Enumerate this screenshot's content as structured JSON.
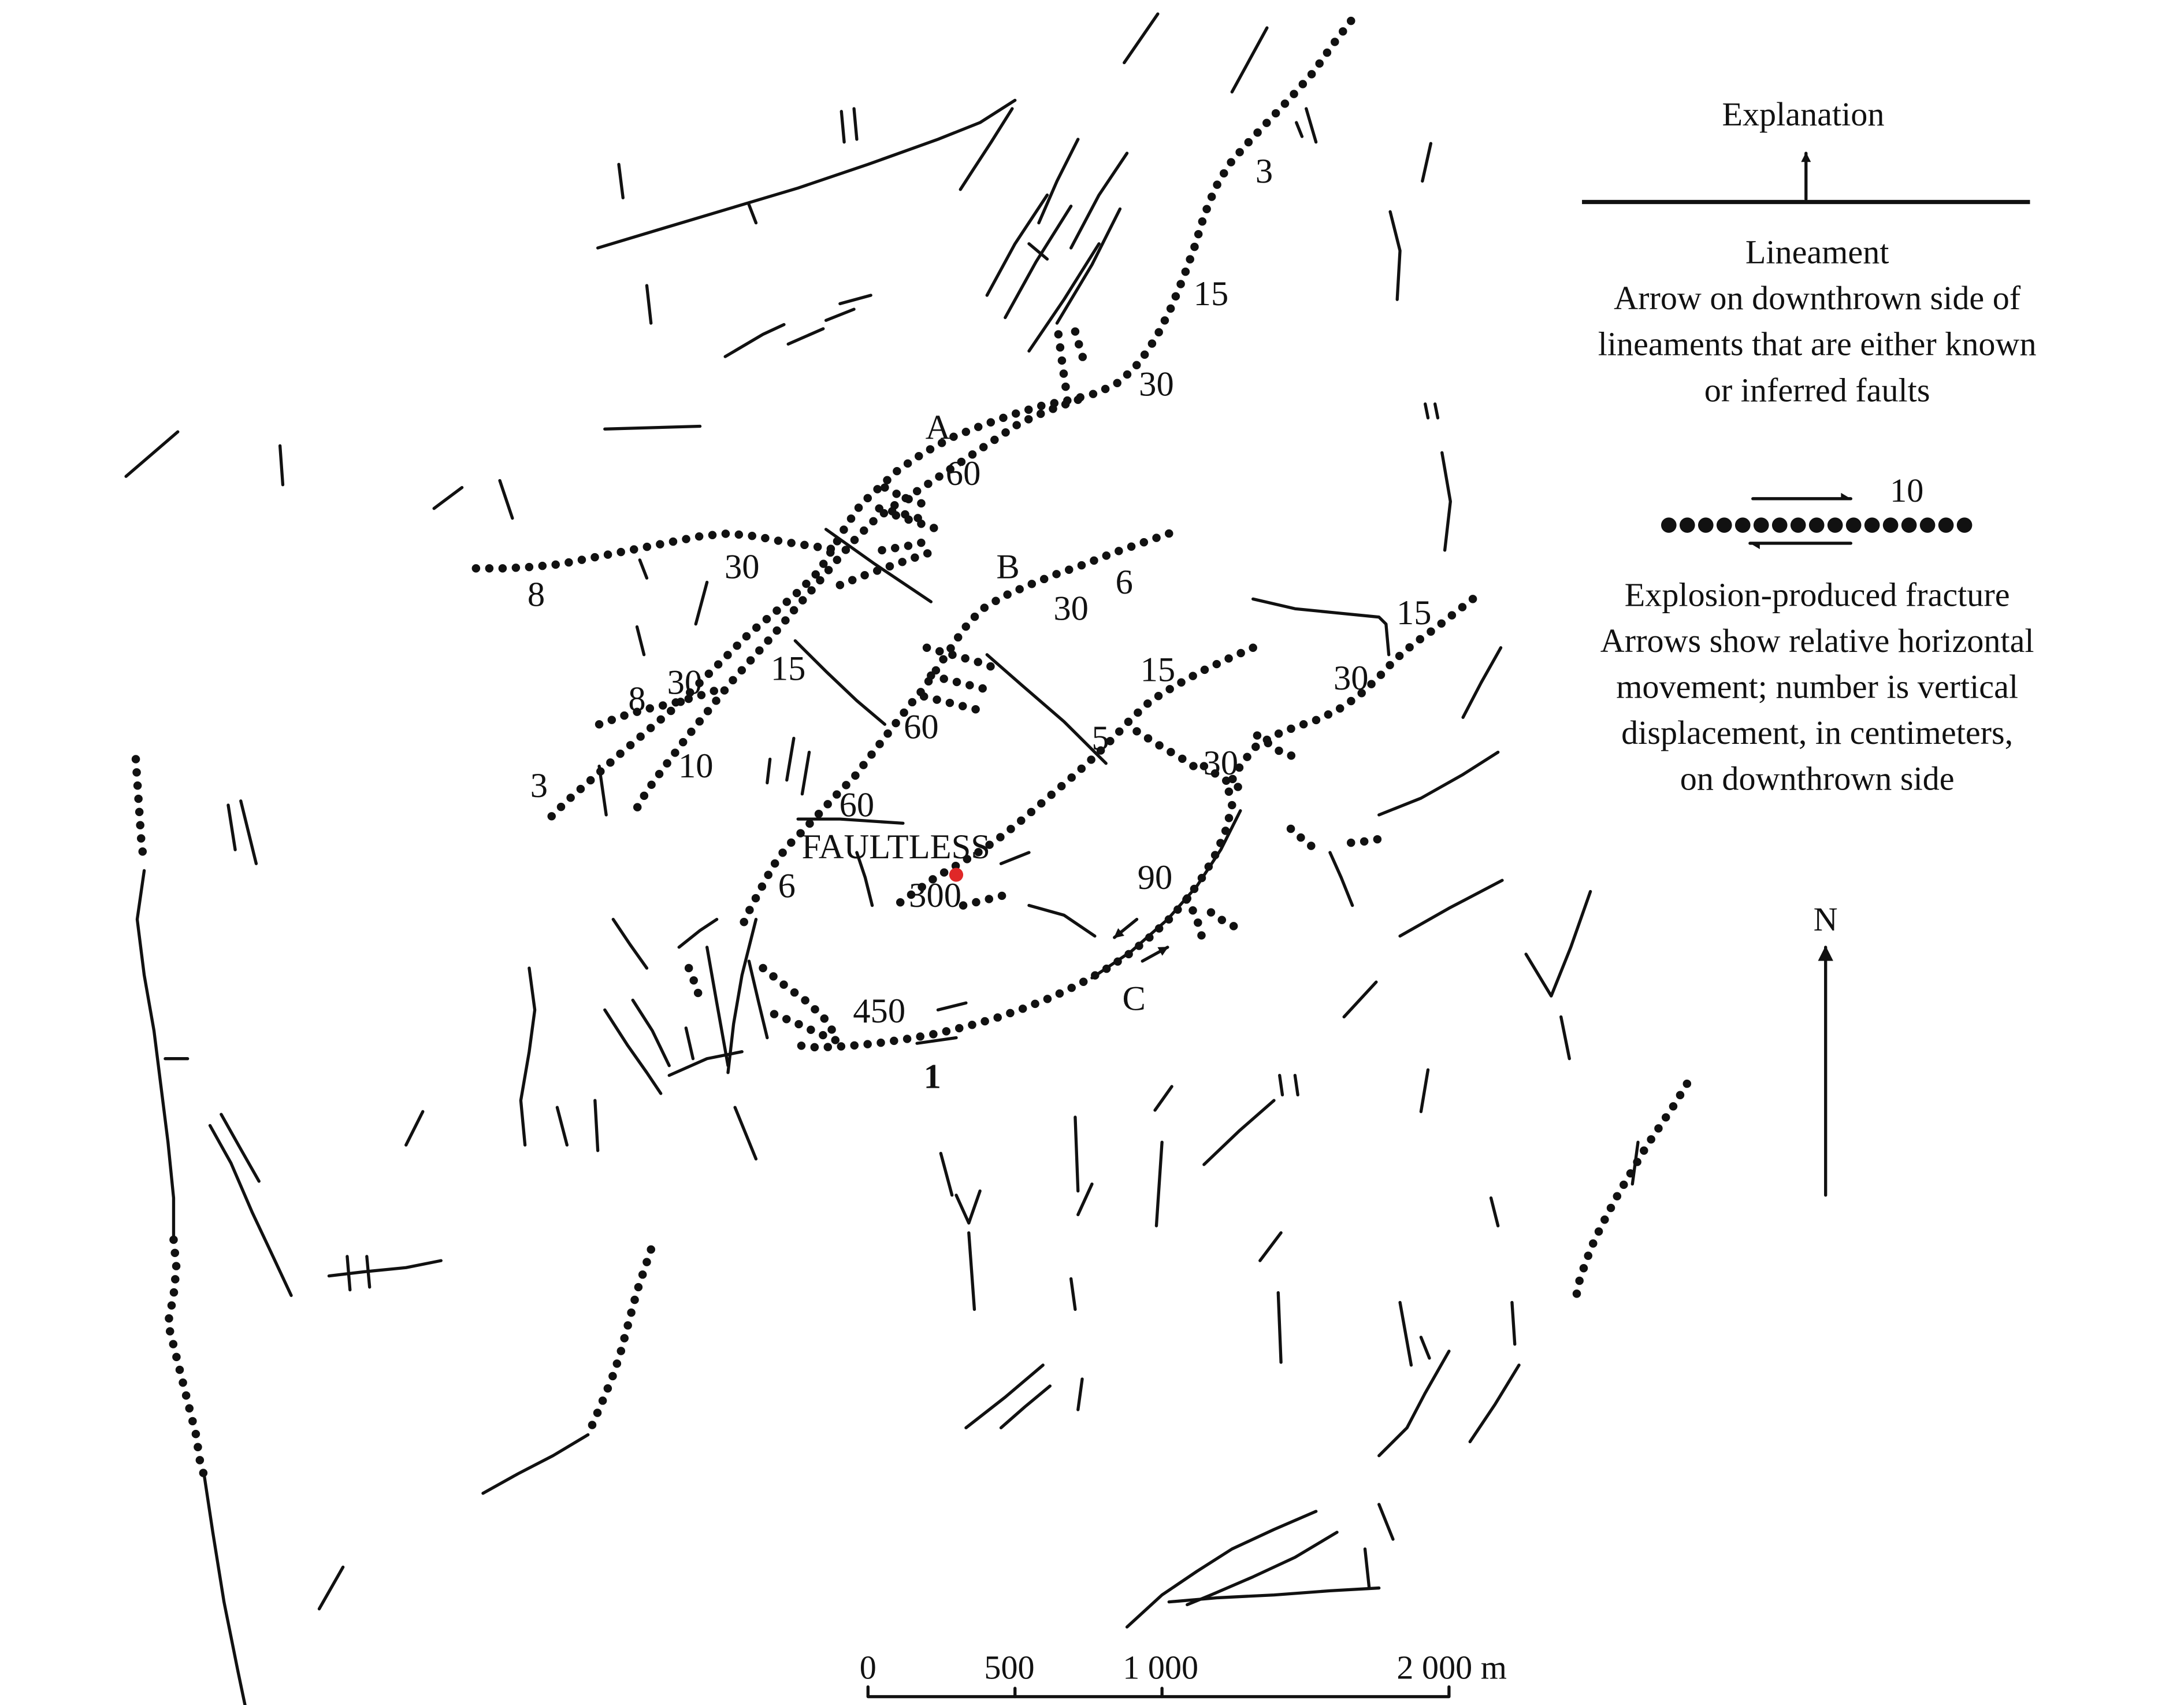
{
  "map": {
    "site_name": "FAULTLESS",
    "fracture_ids": [
      "A",
      "B",
      "C"
    ],
    "values": [
      "3",
      "15",
      "30",
      "60",
      "8",
      "30",
      "6",
      "30",
      "15",
      "8",
      "30",
      "15",
      "15",
      "30",
      "60",
      "5",
      "30",
      "3",
      "10",
      "60",
      "6",
      "300",
      "90",
      "450",
      "1"
    ]
  },
  "legend": {
    "title": "Explanation",
    "lineament": {
      "name": "Lineament",
      "description_lines": [
        "Arrow on downthrown side of",
        "lineaments that are either known",
        "or inferred faults"
      ]
    },
    "fracture": {
      "sample_value": "10",
      "name": "Explosion-produced fracture",
      "description_lines": [
        "Arrows show relative horizontal",
        "movement; number is vertical",
        "displacement, in centimeters,",
        "on downthrown side"
      ]
    }
  },
  "north": {
    "label": "N"
  },
  "scale_bar": {
    "labels": [
      "0",
      "500",
      "1 000",
      "2 000 m"
    ]
  },
  "colors": {
    "ink": "#111111",
    "ground_zero": "#e02828",
    "background": "#ffffff"
  }
}
